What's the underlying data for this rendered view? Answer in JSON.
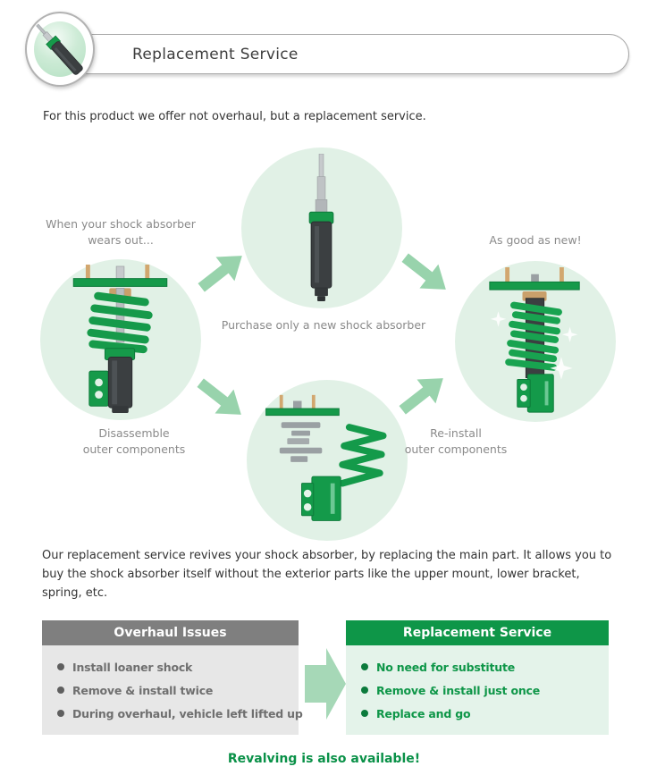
{
  "colors": {
    "brand_green": "#0e9648",
    "spring_green": "#169a4a",
    "circle_light_green": "#e1f1e6",
    "arrow_green": "#98d3ac",
    "gray_header": "#7f7f7f",
    "gray_body": "#e7e7e7",
    "green_body": "#e4f3ea",
    "label_gray": "#8a8a8a",
    "text_dark": "#333333"
  },
  "header": {
    "title": "Replacement Service"
  },
  "intro": "For this product we offer not overhaul, but a replacement service.",
  "diagram": {
    "wear_label": "When your shock absorber\nwears out...",
    "purchase_label": "Purchase only a new shock absorber",
    "good_as_new_label": "As good as new!",
    "disassemble_label": "Disassemble\nouter components",
    "reinstall_label": "Re-install\nouter components"
  },
  "description": "Our replacement service revives your shock absorber, by replacing the main part. It allows you to buy the shock absorber itself without the exterior parts like the upper mount, lower bracket, spring, etc.",
  "comparison": {
    "overhaul": {
      "title": "Overhaul Issues",
      "items": [
        "Install loaner shock",
        "Remove & install twice",
        "During overhaul, vehicle left lifted up"
      ]
    },
    "replacement": {
      "title": "Replacement Service",
      "items": [
        "No need for substitute",
        "Remove & install just once",
        "Replace and go"
      ]
    }
  },
  "footer_note": "Revalving is also available!",
  "icons": {
    "header_icon": "shock-absorber-icon",
    "worn_unit": "worn-coilover-icon",
    "new_shock": "new-shock-absorber-icon",
    "parts": "disassembled-parts-icon",
    "restored_unit": "restored-coilover-icon",
    "flow_arrow": "block-arrow-icon",
    "compare_arrow": "right-block-arrow-icon",
    "sparkle": "sparkle-icon",
    "bullet": "bullet-dot-icon"
  }
}
